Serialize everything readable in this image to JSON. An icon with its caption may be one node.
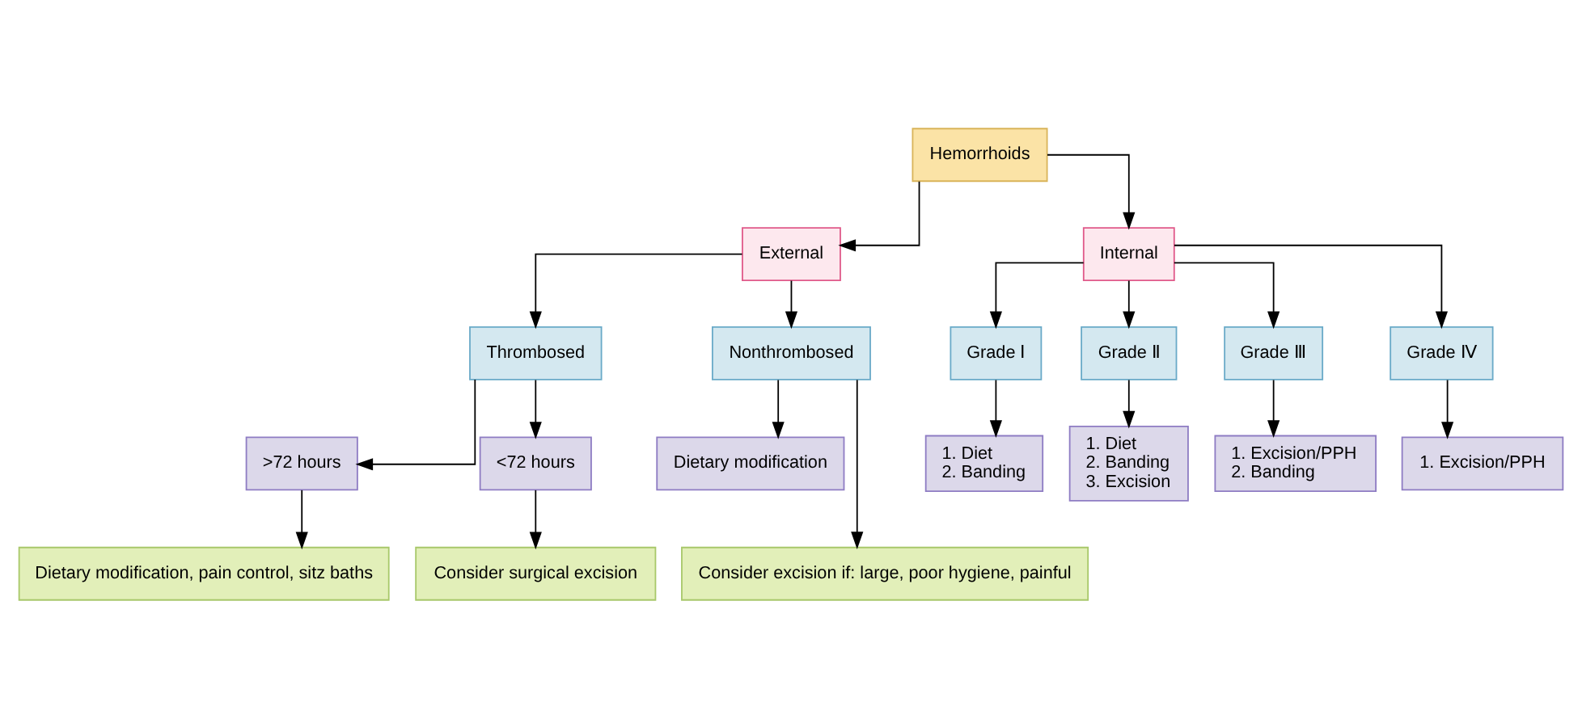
{
  "diagram": {
    "nodes": [
      {
        "text": [
          "Hemorrhoids"
        ]
      },
      {
        "text": [
          "External"
        ]
      },
      {
        "text": [
          "Internal"
        ]
      },
      {
        "text": [
          "Thrombosed"
        ]
      },
      {
        "text": [
          "Nonthrombosed"
        ]
      },
      {
        "text": [
          "Grade Ⅰ"
        ]
      },
      {
        "text": [
          "Grade Ⅱ"
        ]
      },
      {
        "text": [
          "Grade Ⅲ"
        ]
      },
      {
        "text": [
          "Grade Ⅳ"
        ]
      },
      {
        "text": [
          ">72 hours"
        ]
      },
      {
        "text": [
          "<72 hours"
        ]
      },
      {
        "text": [
          "Dietary modification"
        ]
      },
      {
        "text": [
          "1. Diet",
          "2. Banding"
        ]
      },
      {
        "text": [
          "1. Diet",
          "2. Banding",
          "3. Excision"
        ]
      },
      {
        "text": [
          "1. Excision/PPH",
          "2. Banding"
        ]
      },
      {
        "text": [
          "1. Excision/PPH"
        ]
      },
      {
        "text": [
          "Dietary modification, pain control, sitz baths"
        ]
      },
      {
        "text": [
          "Consider surgical excision"
        ]
      },
      {
        "text": [
          "Consider excision if: large, poor hygiene, painful"
        ]
      }
    ],
    "edges": [
      {
        "from": 0,
        "to": 1,
        "arrow": "to"
      },
      {
        "from": 0,
        "to": 2,
        "arrow": "to"
      },
      {
        "from": 1,
        "to": 3,
        "arrow": "to"
      },
      {
        "from": 1,
        "to": 4,
        "arrow": "to"
      },
      {
        "from": 2,
        "to": 5,
        "arrow": "to"
      },
      {
        "from": 2,
        "to": 6,
        "arrow": "to"
      },
      {
        "from": 2,
        "to": 7,
        "arrow": "to"
      },
      {
        "from": 2,
        "to": 8,
        "arrow": "to"
      },
      {
        "from": 3,
        "to": 9,
        "arrow": "to"
      },
      {
        "from": 3,
        "to": 10,
        "arrow": "to"
      },
      {
        "from": 4,
        "to": 11,
        "arrow": "to"
      },
      {
        "from": 4,
        "to": 18,
        "arrow": "to"
      },
      {
        "from": 5,
        "to": 12,
        "arrow": "to"
      },
      {
        "from": 6,
        "to": 13,
        "arrow": "to"
      },
      {
        "from": 7,
        "to": 14,
        "arrow": "to"
      },
      {
        "from": 8,
        "to": 15,
        "arrow": "to"
      },
      {
        "from": 9,
        "to": 16,
        "arrow": "to"
      },
      {
        "from": 10,
        "to": 17,
        "arrow": "to"
      }
    ]
  }
}
